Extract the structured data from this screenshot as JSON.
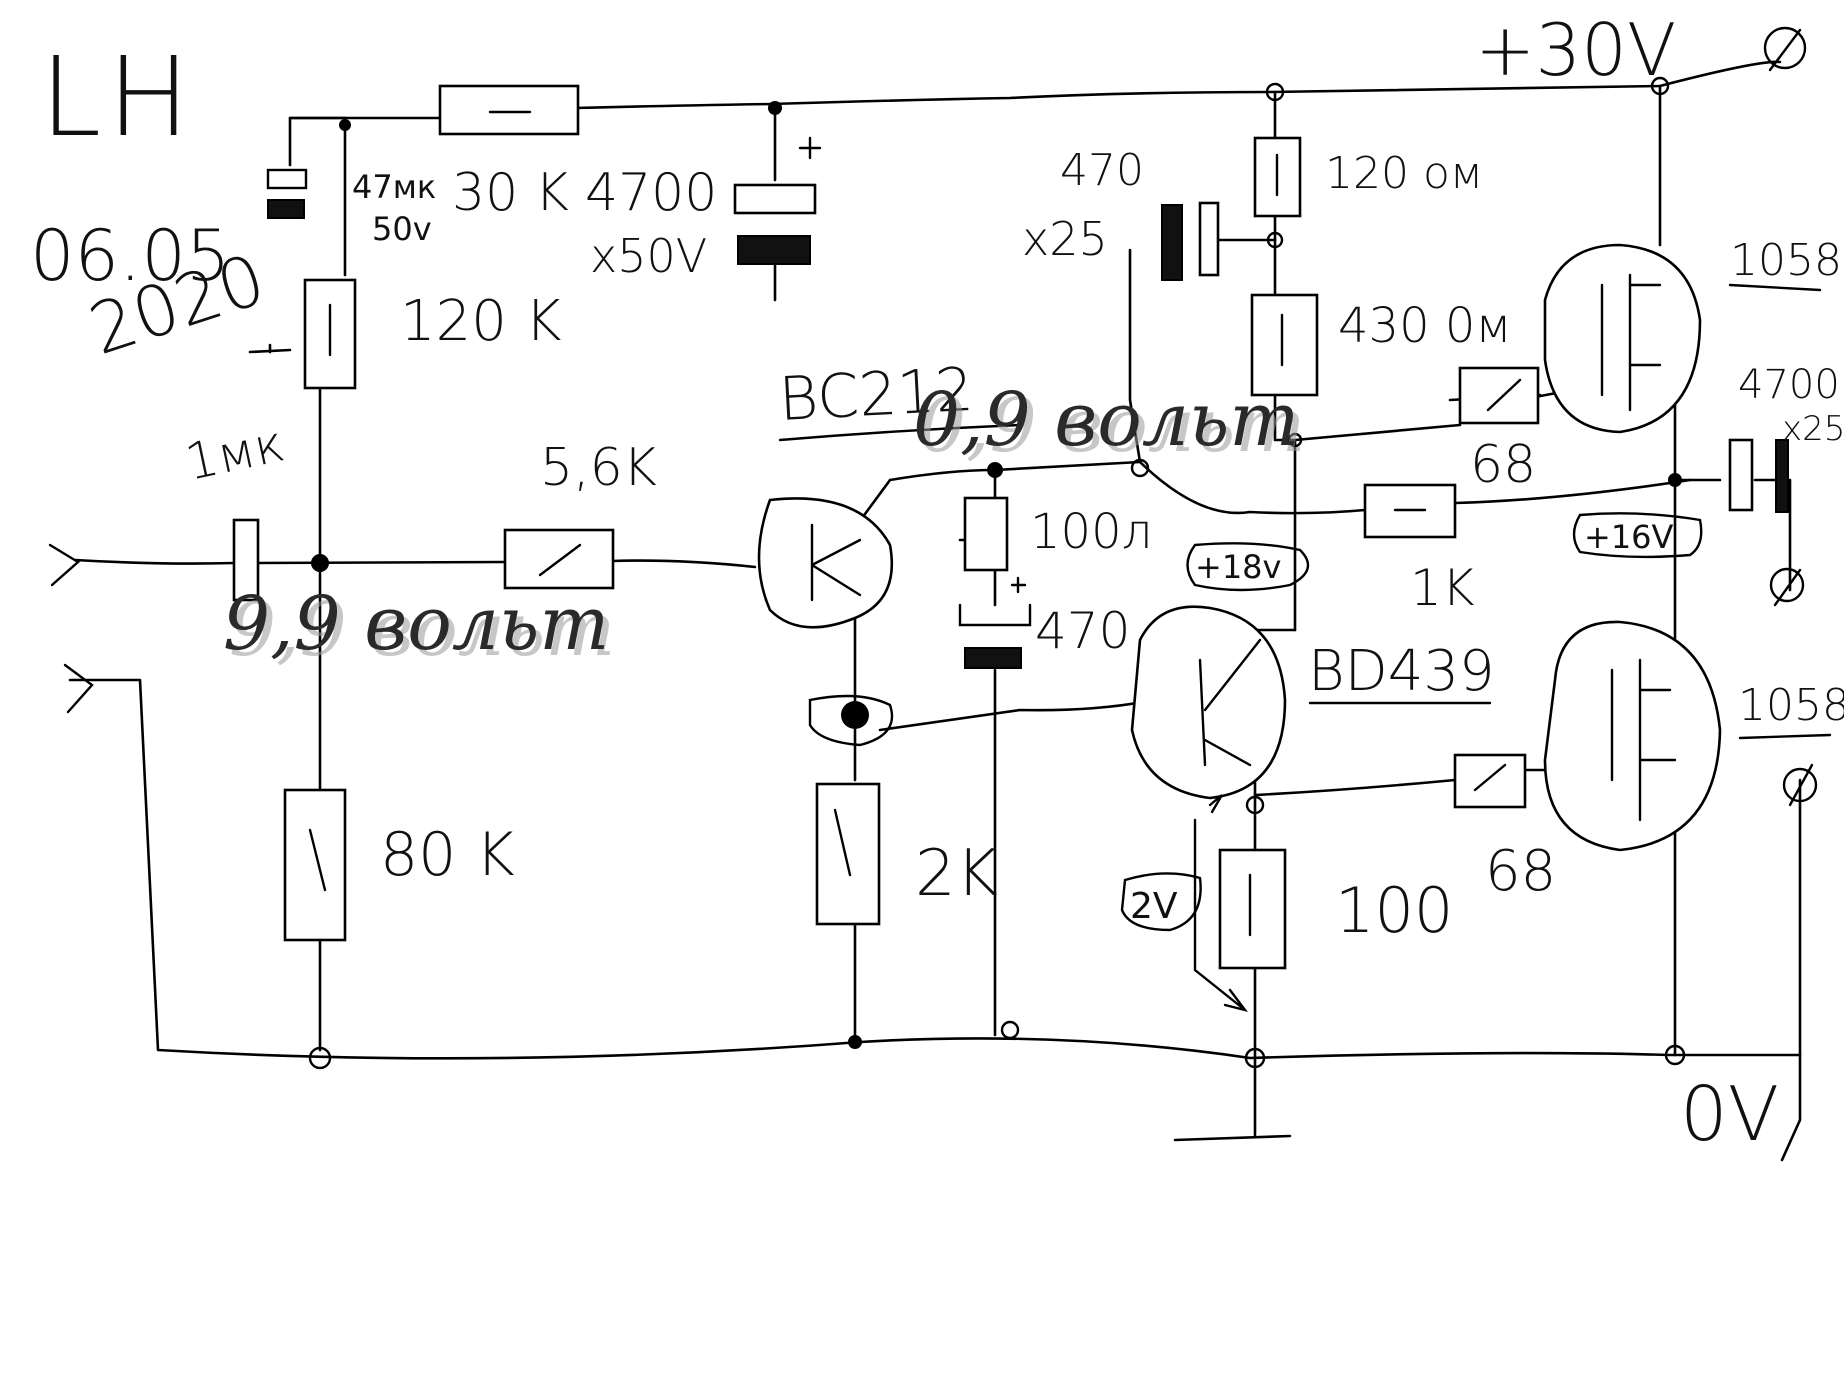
{
  "labels": {
    "author": "LH",
    "date_line1": "06.05",
    "date_line2": "2020",
    "supply_plus": "+30V",
    "supply_zero": "0V",
    "c_in_val": "47мк",
    "c_in_volt": "50v",
    "r_top": "30 K",
    "c_big_val": "4700",
    "c_big_volt": "x50V",
    "r_bias_top": "120 K",
    "c_couple": "1мк",
    "r_in": "5,6K",
    "r_bias_bot": "80 K",
    "q1": "BC212",
    "volt_q1": "0,9 вольт",
    "volt_in": "9,9 вольт",
    "r_e1": "100л",
    "c_e1": "470",
    "r_c1": "2K",
    "c_boot_val": "470",
    "c_boot_volt": "x25",
    "r_boot_top": "120 ом",
    "r_boot_bot": "430 0м",
    "badge_18": "+18v",
    "badge_16": "+16V",
    "badge_2v": "2V",
    "r_fb": "1K",
    "q2": "BD439",
    "r_e2": "100",
    "r_gate_top": "68",
    "r_gate_bot": "68",
    "m_top": "1058",
    "m_bot": "1058",
    "c_out_val": "4700",
    "c_out_volt": "x25"
  }
}
